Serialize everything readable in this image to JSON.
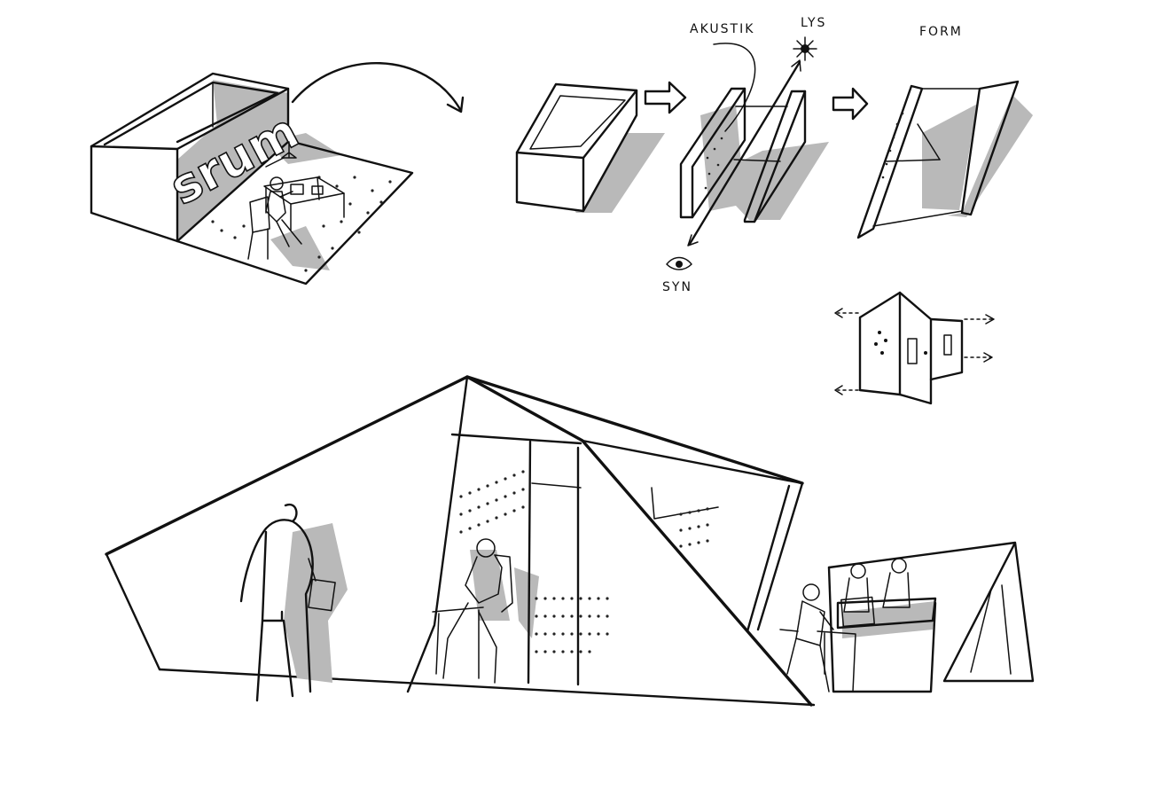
{
  "labels": {
    "wall_word": "srum",
    "acoustics": "AKUSTIK",
    "light": "LYS",
    "form": "FORM",
    "sight": "SYN"
  }
}
